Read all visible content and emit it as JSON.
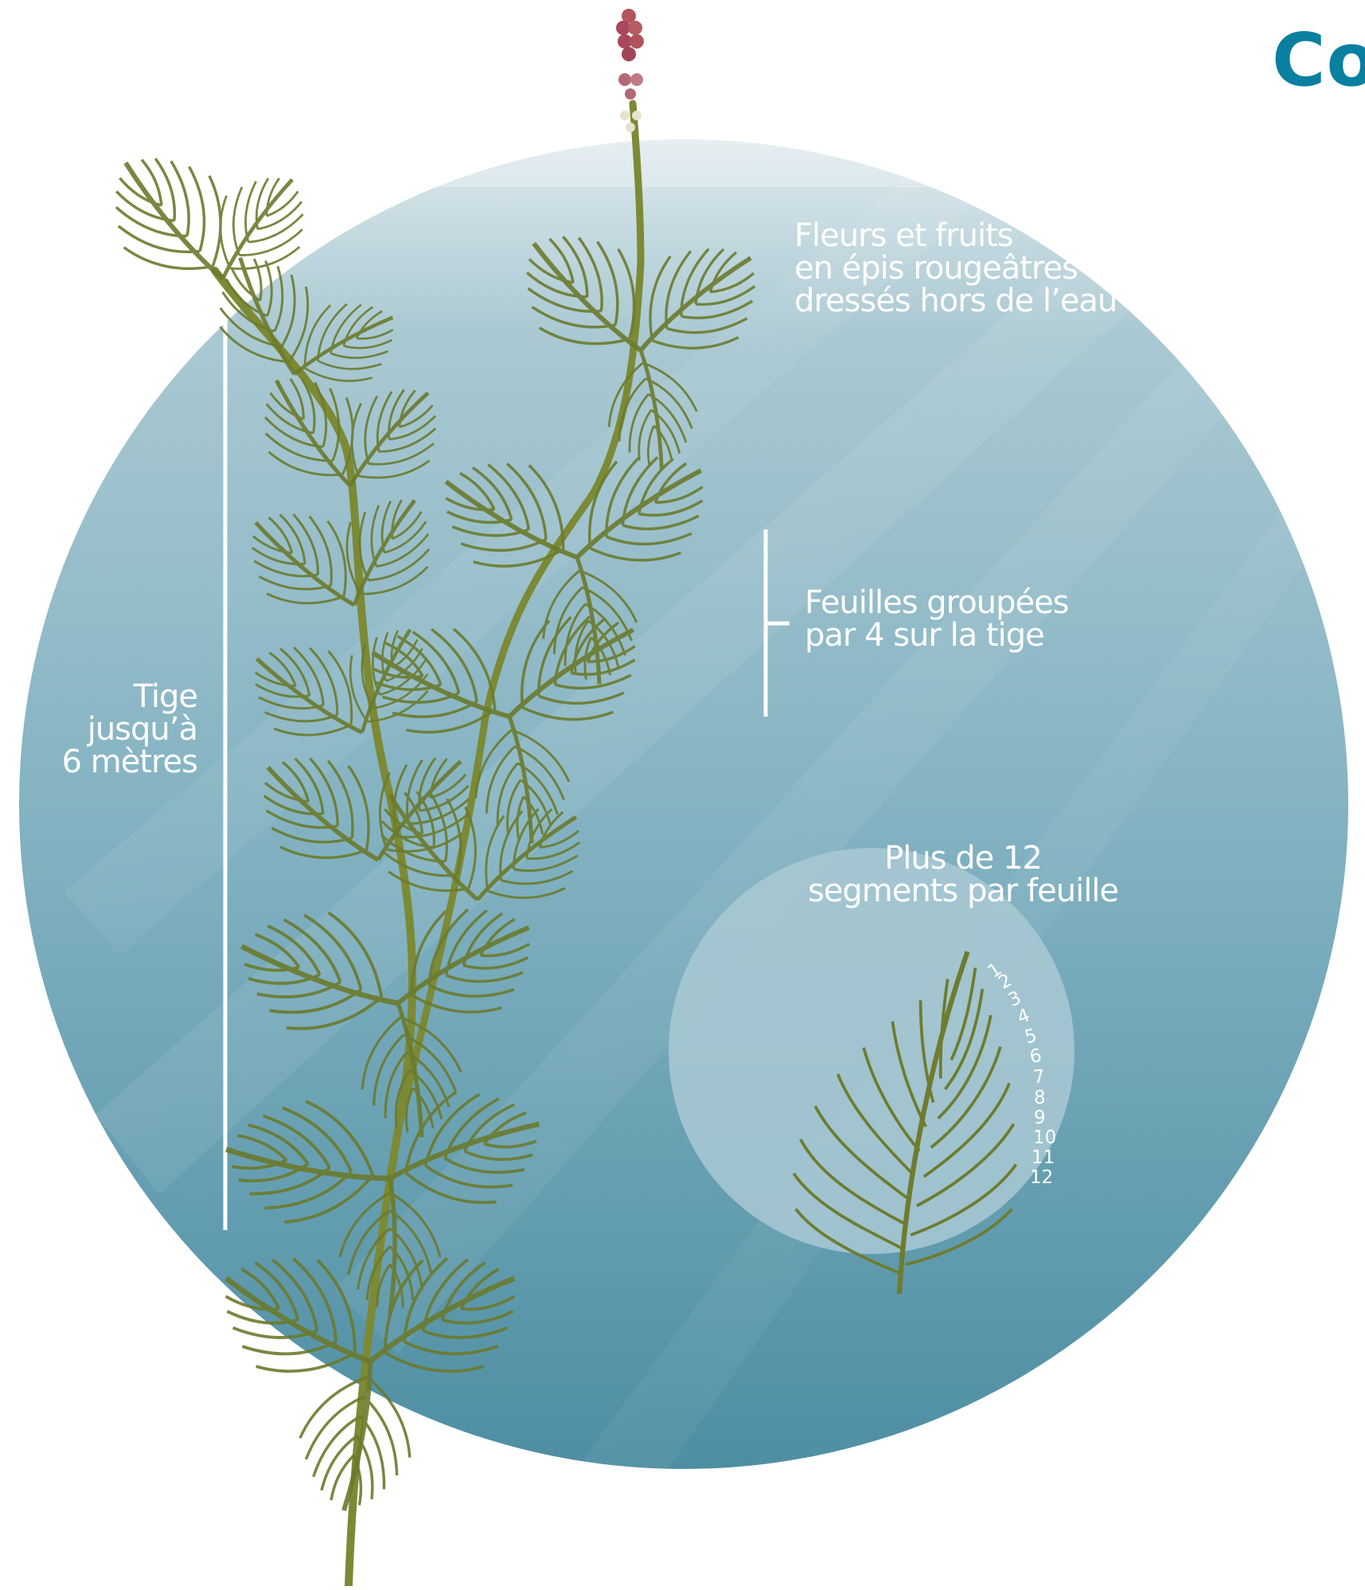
{
  "title": "Co",
  "labels": {
    "flowers": [
      "Fleurs et fruits",
      "en épis rougeâtres",
      "dressés hors de l’eau"
    ],
    "leaves": [
      "Feuilles groupées",
      "par 4 sur la tige"
    ],
    "stem": [
      "Tige",
      "jusqu’à",
      "6 mètres"
    ],
    "segments": [
      "Plus de 12",
      "segments par feuille"
    ]
  },
  "segment_numbers": [
    "1",
    "2",
    "3",
    "4",
    "5",
    "6",
    "7",
    "8",
    "9",
    "10",
    "11",
    "12"
  ],
  "colors": {
    "title": "#0a7fa0",
    "water_light": "#d8e6ea",
    "water_dark": "#4f8fa3",
    "leaf": "#6b7a2c",
    "stem": "#7c8a35",
    "flower": "#b2545b",
    "inset": "#a9c9d3"
  }
}
